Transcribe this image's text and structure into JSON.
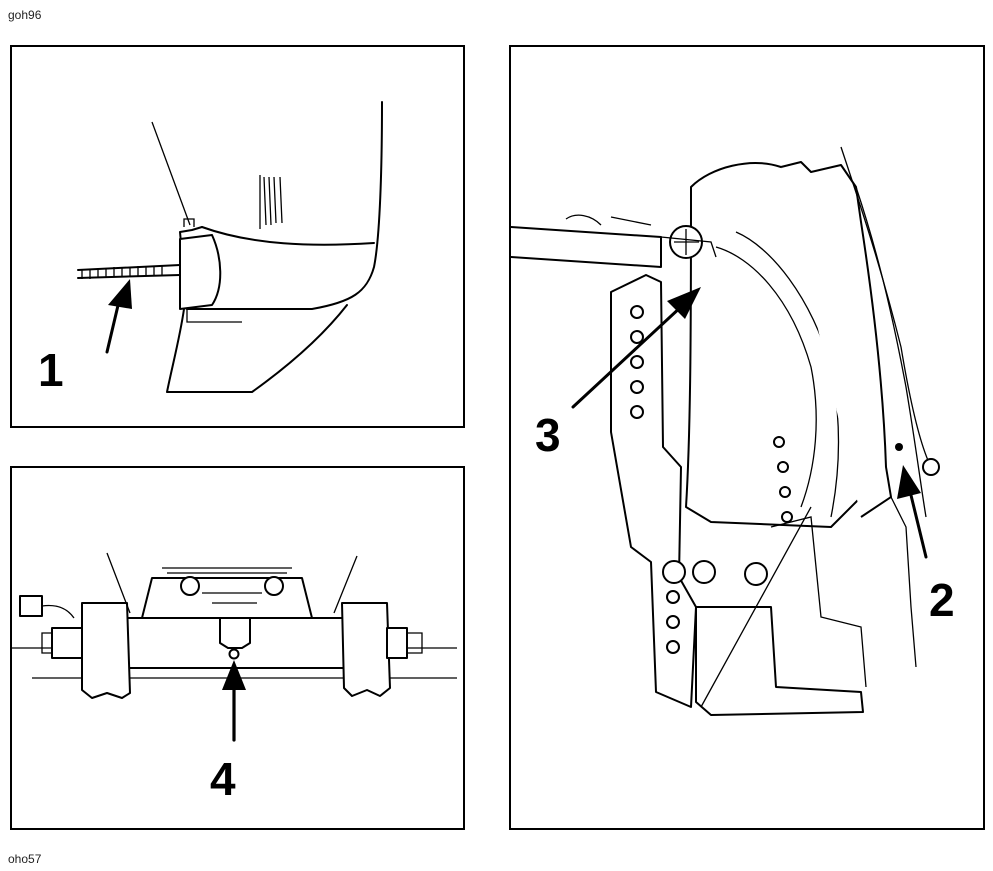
{
  "figure": {
    "code_top": "goh96",
    "code_bottom": "oho57"
  },
  "panels": {
    "panel_1": {
      "callout": "1"
    },
    "panel_4": {
      "callout": "4"
    },
    "panel_right": {
      "callout_upper": "3",
      "callout_lower": "2"
    }
  }
}
